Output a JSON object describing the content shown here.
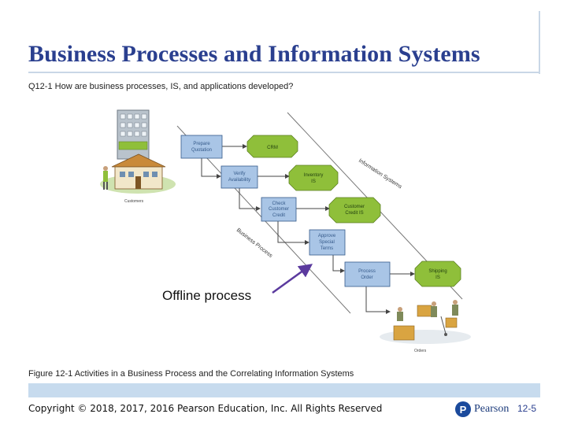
{
  "title": "Business Processes and Information Systems",
  "subtitle": "Q12-1 How are business processes, IS, and applications developed?",
  "caption": "Figure 12-1 Activities in a Business Process and the Correlating Information Systems",
  "footer": {
    "copyright": "Copyright © 2018, 2017, 2016 Pearson Education, Inc. All Rights Reserved",
    "brand_mark": "P",
    "brand_name": "Pearson",
    "page": "12-5"
  },
  "diagram": {
    "customers_label": "Customers",
    "orders_label": "Orders",
    "offline_label": "Offline process",
    "band_labels": {
      "information_systems": "Information Systems",
      "business_process": "Business Process"
    },
    "activities": {
      "prepare_quotation": [
        "Prepare",
        "Quotation"
      ],
      "verify_availability": [
        "Verify",
        "Availability"
      ],
      "check_customer_credit": [
        "Check",
        "Customer",
        "Credit"
      ],
      "approve_special_terms": [
        "Approve",
        "Special",
        "Terms"
      ],
      "process_order": [
        "Process",
        "Order"
      ]
    },
    "systems": {
      "crm": [
        "CRM"
      ],
      "inventory_is": [
        "Inventory",
        "IS"
      ],
      "customer_credit_is": [
        "Customer",
        "Credit IS"
      ],
      "shipping_is": [
        "Shipping",
        "IS"
      ]
    },
    "colors": {
      "activity_fill": "#a9c5e6",
      "system_fill": "#8fbf3a",
      "arrow": "#5b3a9e"
    }
  }
}
